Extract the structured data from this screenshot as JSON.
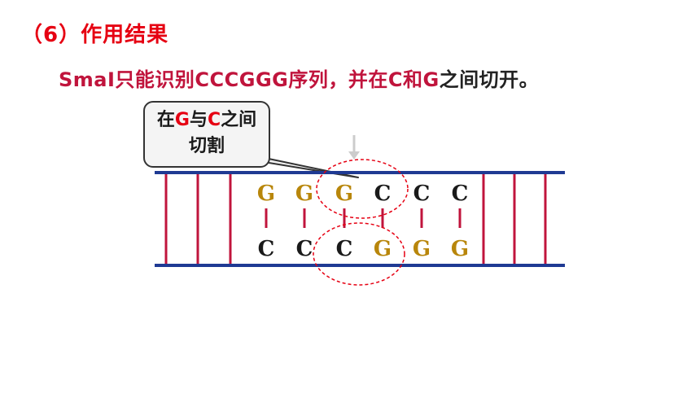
{
  "heading": "（6）作用结果",
  "subtitle": {
    "main": "SmaⅠ只能识别CCCGGG序列，并在C和G",
    "tail": "之间切开。"
  },
  "callout": {
    "prefix": "在",
    "g": "G",
    "middle": "与",
    "c": "C",
    "suffix": "之间",
    "line2": "切割"
  },
  "dna": {
    "top_strand": [
      "G",
      "G",
      "G",
      "C",
      "C",
      "C"
    ],
    "bottom_strand": [
      "C",
      "C",
      "C",
      "G",
      "G",
      "G"
    ]
  },
  "colors": {
    "g_base": "#b8860b",
    "c_base": "#1a1a1a",
    "strand": "#1f3a93",
    "rung": "#c0143c",
    "cut_circle": "#e60012"
  }
}
